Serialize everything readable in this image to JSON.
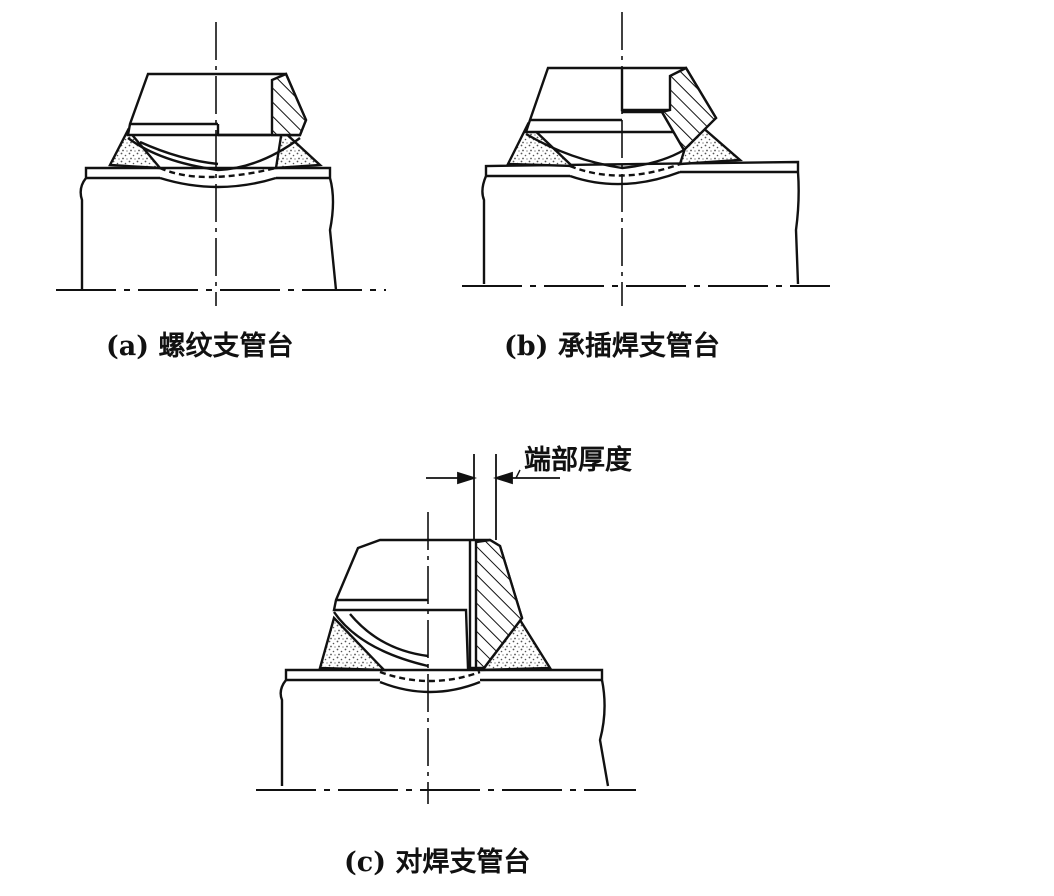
{
  "captions": {
    "a": "(a) 螺纹支管台",
    "b": "(b) 承插焊支管台",
    "c": "(c) 对焊支管台"
  },
  "dimension_label": "端部厚度",
  "colors": {
    "ink": "#111111",
    "fill": "#ffffff",
    "speckle": "#777777"
  }
}
